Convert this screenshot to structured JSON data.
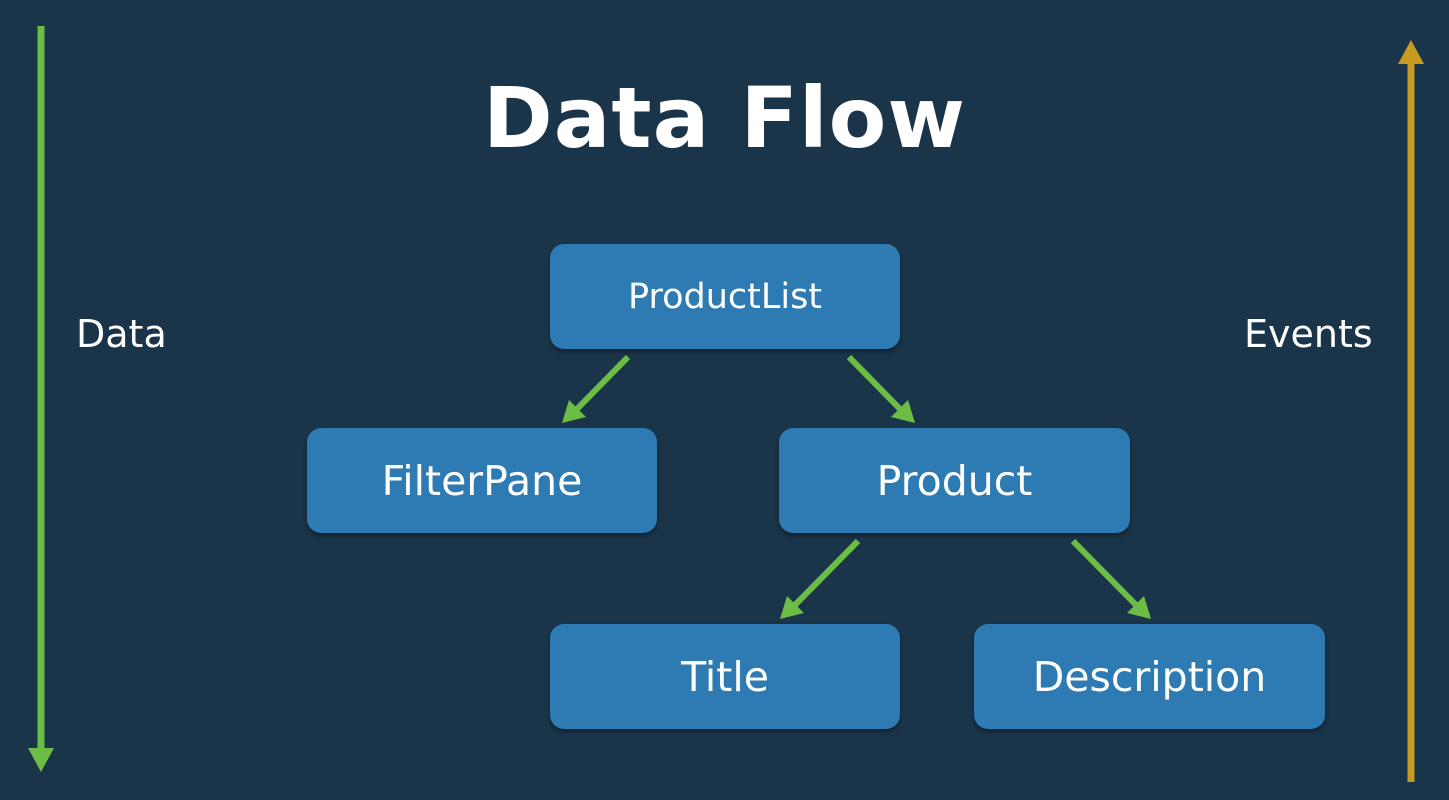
{
  "diagram": {
    "title": "Data Flow",
    "left_label": "Data",
    "right_label": "Events",
    "colors": {
      "background": "#1a344a",
      "node_fill": "#2e7ab2",
      "data_arrow": "#6cbd45",
      "events_arrow": "#c89a22",
      "text": "#ffffff"
    },
    "nodes": [
      {
        "id": "productlist",
        "label": "ProductList"
      },
      {
        "id": "filterpane",
        "label": "FilterPane"
      },
      {
        "id": "product",
        "label": "Product"
      },
      {
        "id": "title",
        "label": "Title"
      },
      {
        "id": "description",
        "label": "Description"
      }
    ],
    "edges": [
      {
        "from": "productlist",
        "to": "filterpane"
      },
      {
        "from": "productlist",
        "to": "product"
      },
      {
        "from": "product",
        "to": "title"
      },
      {
        "from": "product",
        "to": "description"
      }
    ]
  }
}
